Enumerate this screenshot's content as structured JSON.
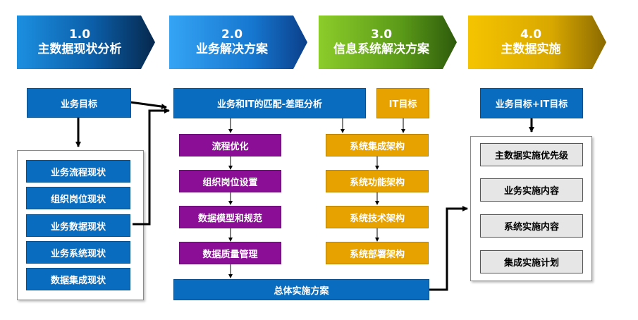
{
  "phases": [
    {
      "num": "1.0",
      "title": "主数据现状分析"
    },
    {
      "num": "2.0",
      "title": "业务解决方案"
    },
    {
      "num": "3.0",
      "title": "信息系统解决方案"
    },
    {
      "num": "4.0",
      "title": "主数据实施"
    }
  ],
  "col1": {
    "goal": "业务目标",
    "items": [
      "业务流程现状",
      "组织岗位现状",
      "业务数据现状",
      "业务系统现状",
      "数据集成现状"
    ]
  },
  "col2": {
    "gap": "业务和IT的匹配-差距分析",
    "items": [
      "流程优化",
      "组织岗位设置",
      "数据模型和规范",
      "数据质量管理"
    ],
    "plan": "总体实施方案"
  },
  "col3": {
    "it_goal": "IT目标",
    "items": [
      "系统集成架构",
      "系统功能架构",
      "系统技术架构",
      "系统部署架构"
    ]
  },
  "col4": {
    "goal": "业务目标+IT目标",
    "items": [
      "主数据实施优先级",
      "业务实施内容",
      "系统实施内容",
      "集成实施计划"
    ]
  }
}
